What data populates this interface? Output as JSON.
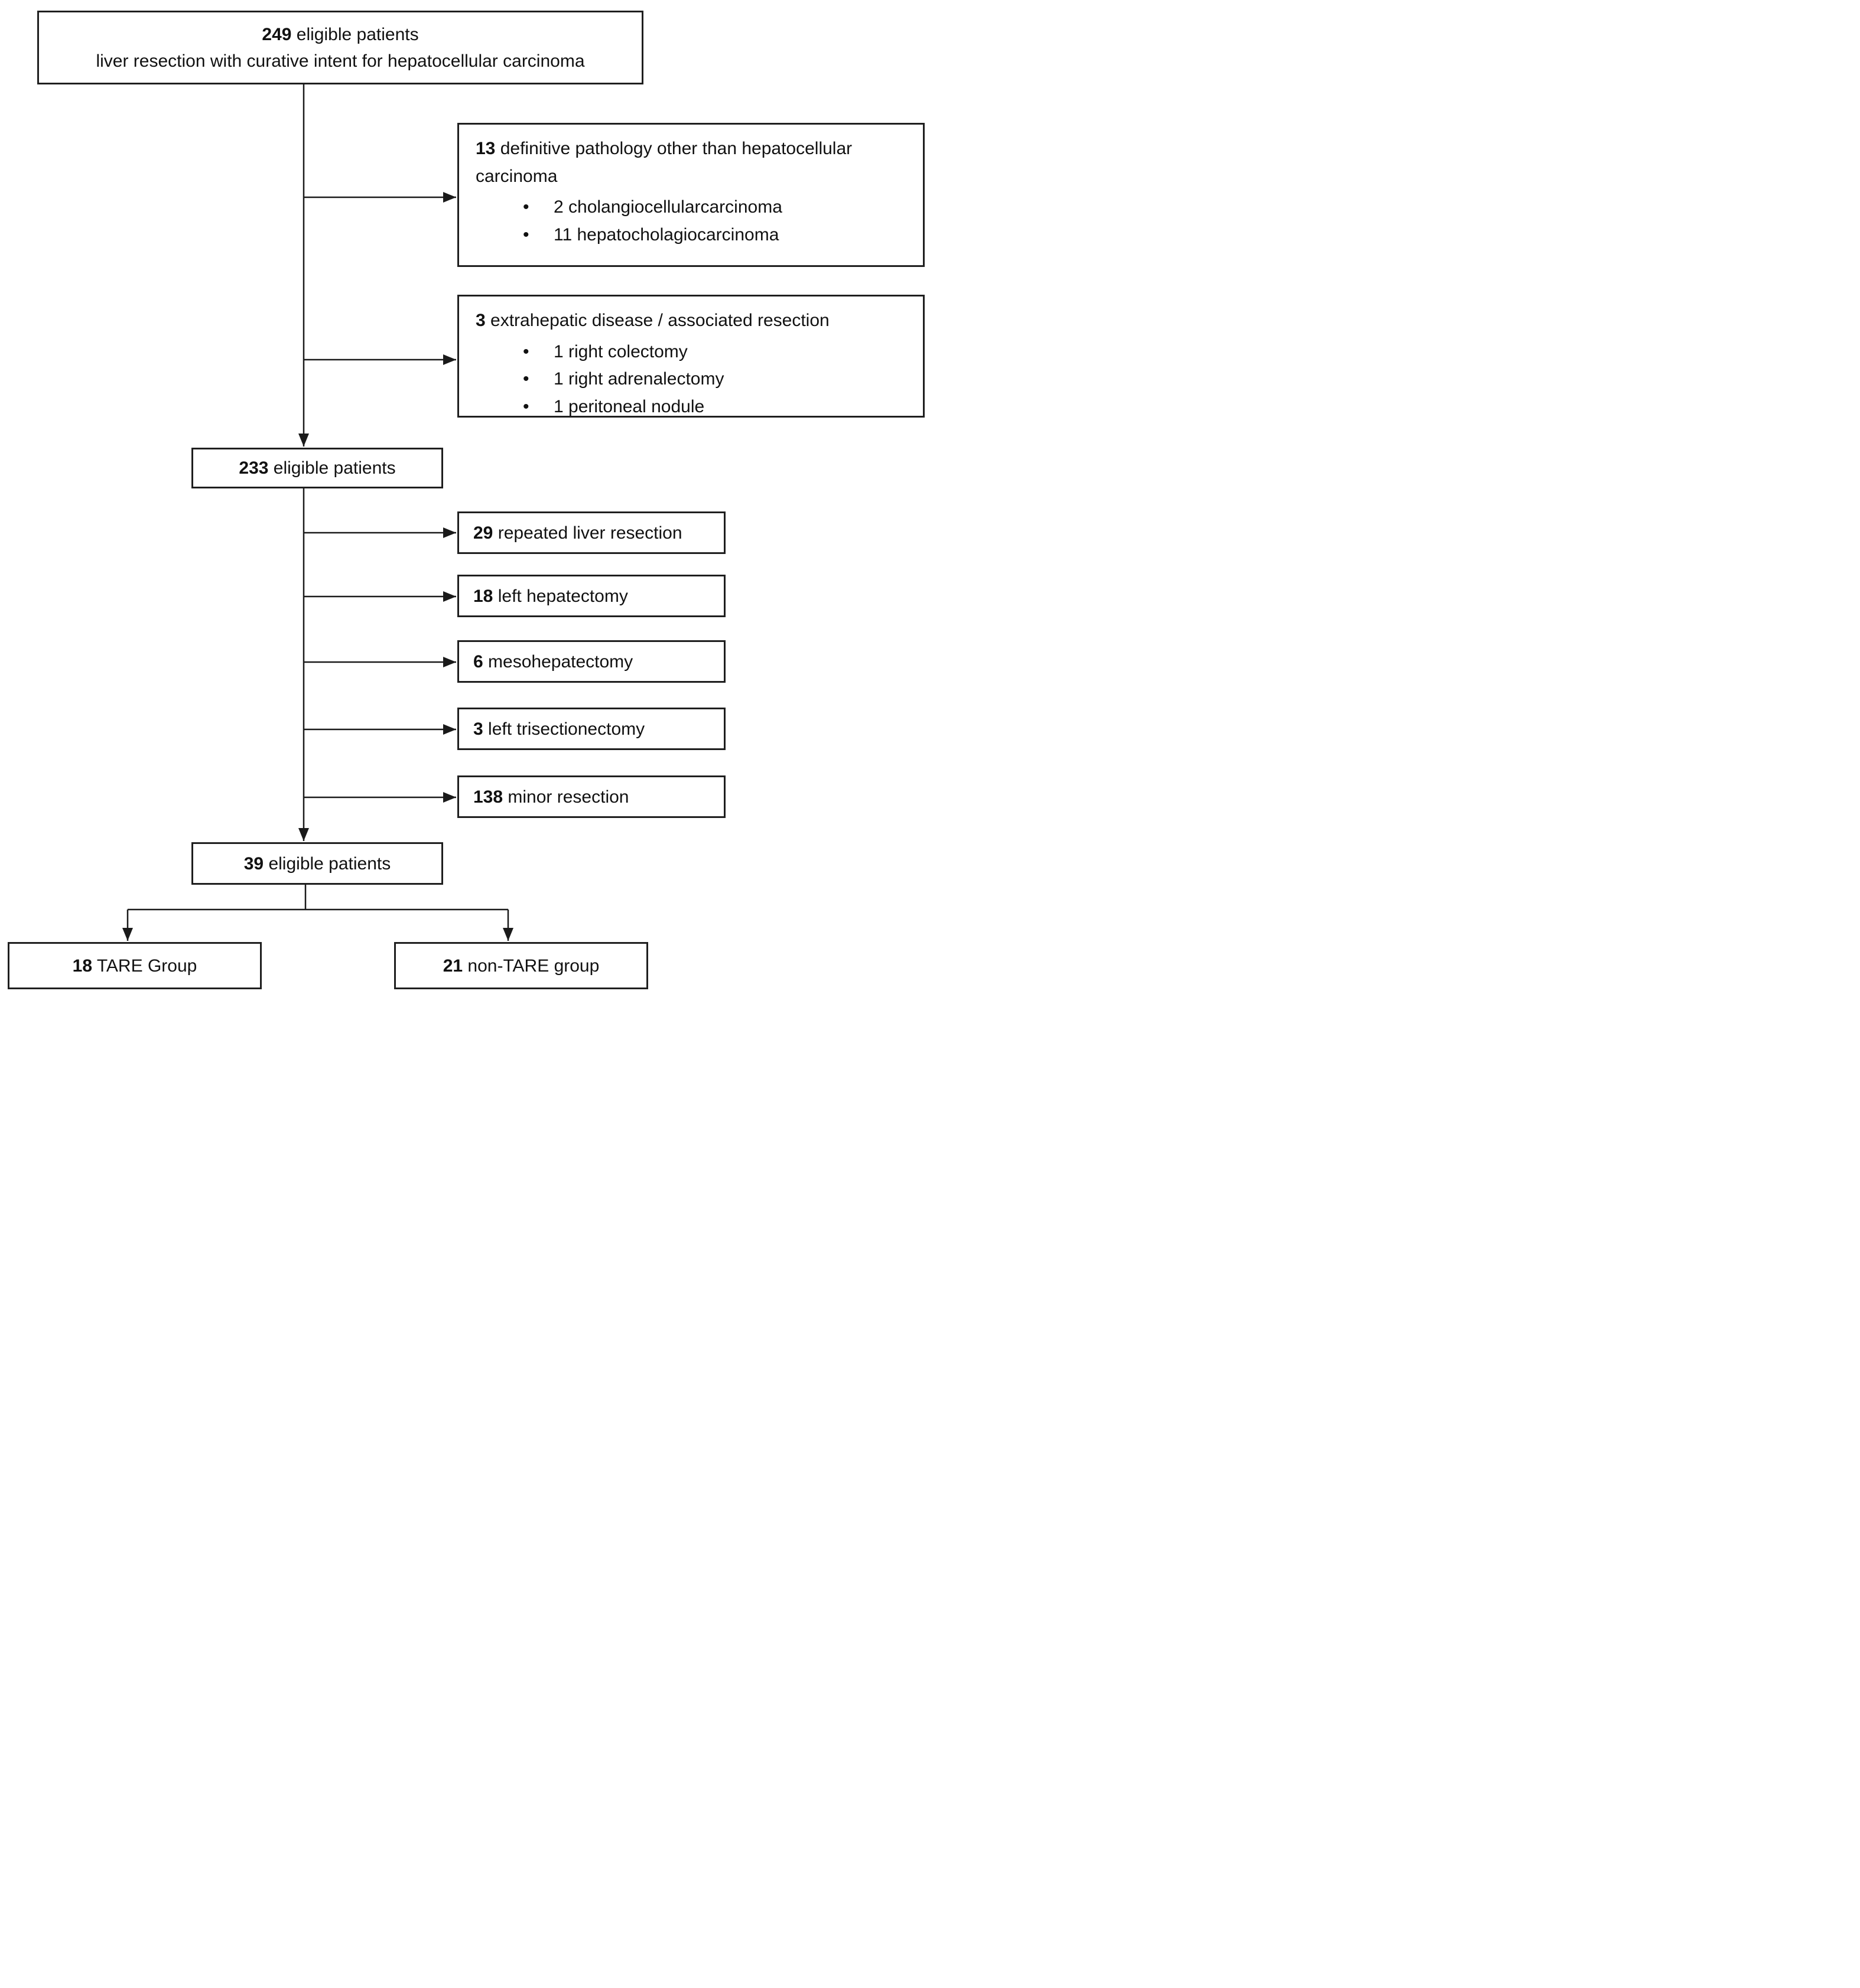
{
  "nodes": {
    "start": {
      "count": "249",
      "label": "eligible patients",
      "subtitle": "liver resection with curative intent for hepatocellular carcinoma"
    },
    "excl_pathology": {
      "count": "13",
      "label": "definitive pathology other than hepatocellular carcinoma",
      "bullets": [
        "2 cholangiocellularcarcinoma",
        "11 hepatocholagiocarcinoma"
      ]
    },
    "excl_extrahepatic": {
      "count": "3",
      "label": "extrahepatic disease / associated resection",
      "bullets": [
        "1 right colectomy",
        "1 right adrenalectomy",
        "1 peritoneal nodule"
      ]
    },
    "eligible_233": {
      "count": "233",
      "label": "eligible patients"
    },
    "excl_repeated": {
      "count": "29",
      "label": "repeated liver resection"
    },
    "excl_left_hepatectomy": {
      "count": "18",
      "label": "left hepatectomy"
    },
    "excl_mesohepatectomy": {
      "count": "6",
      "label": "mesohepatectomy"
    },
    "excl_left_trisectionectomy": {
      "count": "3",
      "label": "left trisectionectomy"
    },
    "excl_minor_resection": {
      "count": "138",
      "label": "minor resection"
    },
    "eligible_39": {
      "count": "39",
      "label": "eligible patients"
    },
    "tare": {
      "count": "18",
      "label": "TARE Group"
    },
    "non_tare": {
      "count": "21",
      "label": "non-TARE group"
    }
  },
  "colors": {
    "box_border": "#1f1f1f",
    "connector": "#1a1a1a",
    "text": "#111111",
    "background": "#ffffff"
  }
}
